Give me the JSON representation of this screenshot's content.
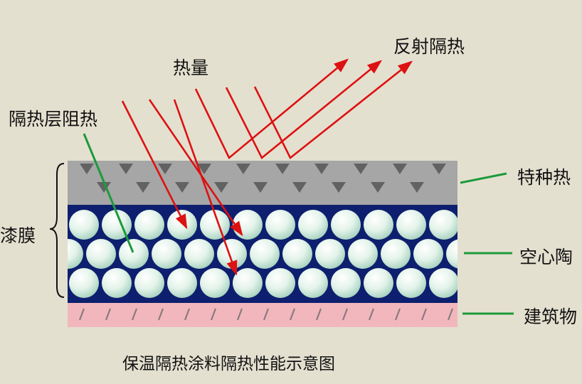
{
  "labels": {
    "heat": "热量",
    "reflect": "反射隔热",
    "barrier": "隔热层阻热",
    "film": "漆膜",
    "special": "特种热",
    "hollow": "空心陶",
    "building": "建筑物"
  },
  "caption": "保温隔热涂料隔热性能示意图",
  "colors": {
    "background": "#e4e0d0",
    "top_layer": "#a6a6a6",
    "triangle": "#626262",
    "bead_band": "#0d1f6e",
    "bead": "#e3f3ea",
    "substrate": "#f1b7bd",
    "hatch": "#8a7a7d",
    "arrow": "#dd1111",
    "leader": "#1c9a3a"
  }
}
